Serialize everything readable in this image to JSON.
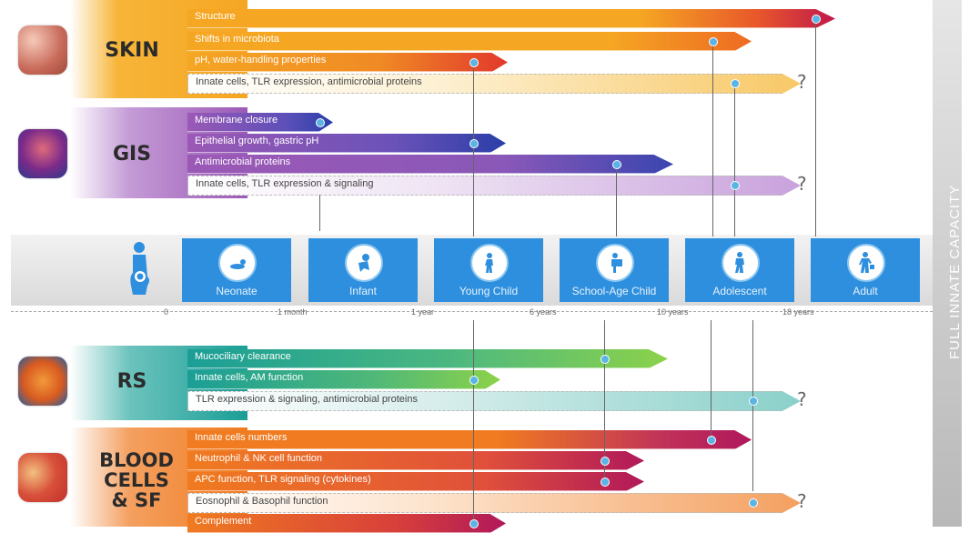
{
  "side_label": "FULL INNATE CAPACITY",
  "organs": {
    "skin": {
      "name": "SKIN",
      "icon": "skin-tissue-icon",
      "color": "#f5a623"
    },
    "gis": {
      "name": "GIS",
      "icon": "stomach-icon",
      "color": "#9b59b6"
    },
    "rs": {
      "name": "RS",
      "icon": "lungs-icon",
      "color": "#1a9e96"
    },
    "blood": {
      "name": "BLOOD CELLS & SF",
      "name_lines": [
        "BLOOD",
        "CELLS",
        "& SF"
      ],
      "icon": "blood-cells-icon",
      "color": "#f07b20"
    }
  },
  "bars": {
    "skin": [
      "Structure",
      "Shifts in microbiota",
      "pH, water-handling properties",
      "Innate cells, TLR expression, antimicrobial proteins"
    ],
    "gis": [
      "Membrane closure",
      "Epithelial growth, gastric pH",
      "Antimicrobial  proteins",
      "Innate cells, TLR expression & signaling"
    ],
    "rs": [
      "Mucociliary clearance",
      "Innate cells, AM function",
      "TLR expression & signaling, antimicrobial proteins"
    ],
    "blood": [
      "Innate cells numbers",
      "Neutrophil & NK cell function",
      "APC function, TLR signaling (cytokines)",
      "Eosnophil & Basophil function",
      "Complement"
    ]
  },
  "question_mark": "?",
  "stages": [
    "Neonate",
    "Infant",
    "Young Child",
    "School-Age Child",
    "Adolescent",
    "Adult"
  ],
  "stage_icons": [
    "crawling-baby-icon",
    "toddler-icon",
    "walking-child-icon",
    "schoolchild-backpack-icon",
    "adolescent-icon",
    "adult-icon"
  ],
  "pregnancy_icon": "pregnant-woman-icon",
  "ticks": [
    "0",
    "1 month",
    "1 year",
    "6 years",
    "10 years",
    "18 years"
  ]
}
